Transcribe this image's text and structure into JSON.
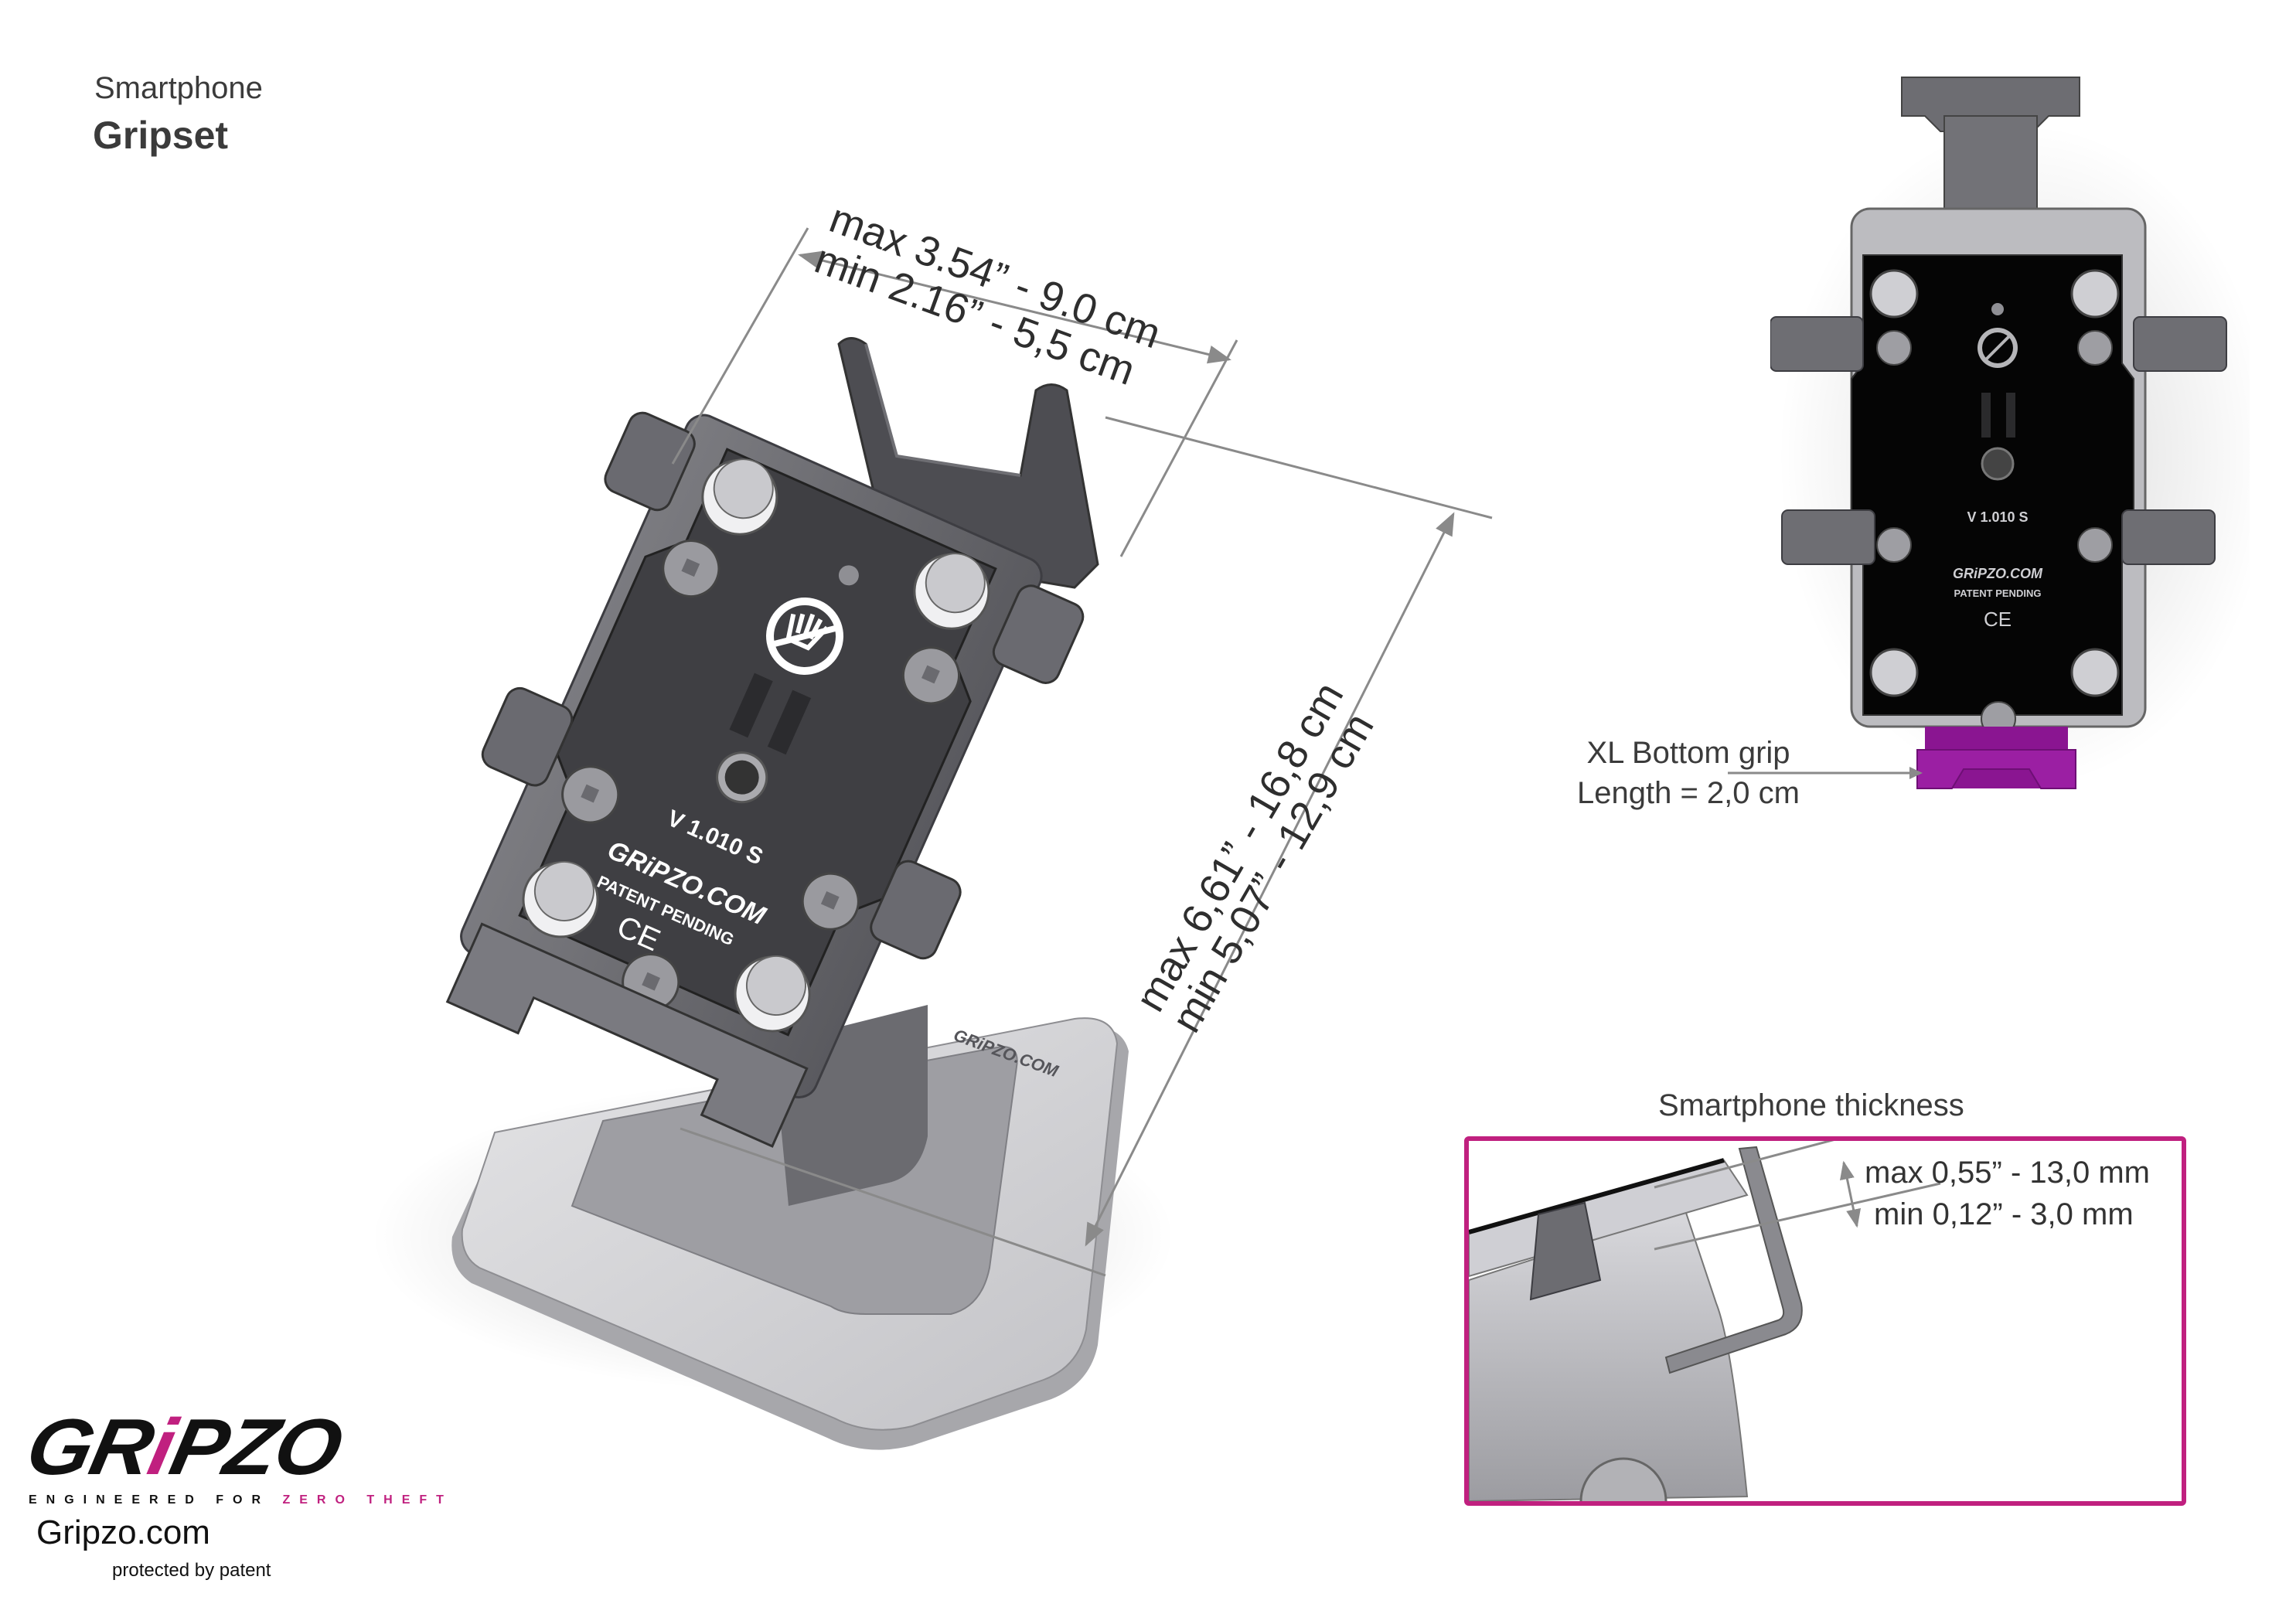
{
  "header": {
    "subtitle": "Smartphone",
    "title": "Gripset"
  },
  "main_view": {
    "width_dimension": {
      "max": "max 3.54” - 9.0 cm",
      "min": "min 2.16” - 5,5 cm"
    },
    "length_dimension": {
      "max": "max 6,61” - 16,8 cm",
      "min": "min 5,07” - 12,9 cm"
    },
    "plate_labels": {
      "version": "V 1.010 S",
      "brand": "GRiPZO.COM",
      "patent": "PATENT PENDING",
      "ce_mark": "CE",
      "base_brand": "GRiPZO.COM"
    }
  },
  "top_view": {
    "plate_labels": {
      "version": "V 1.010 S",
      "brand": "GRiPZO.COM",
      "patent": "PATENT PENDING",
      "ce_mark": "CE"
    },
    "callout": {
      "line1": "XL Bottom grip",
      "line2": "Length = 2,0 cm"
    },
    "accent_color": "#8e1a96"
  },
  "thickness_detail": {
    "title": "Smartphone thickness",
    "max": "max 0,55” - 13,0 mm",
    "min": "min 0,12” - 3,0 mm",
    "frame_color": "#c0207f"
  },
  "footer": {
    "logo": {
      "part1": "GR",
      "part_accent": "i",
      "part2": "PZO",
      "tagline_dark": "ENGINEERED FOR",
      "tagline_accent": "ZERO THEFT"
    },
    "website": "Gripzo.com",
    "note": "protected by patent"
  }
}
